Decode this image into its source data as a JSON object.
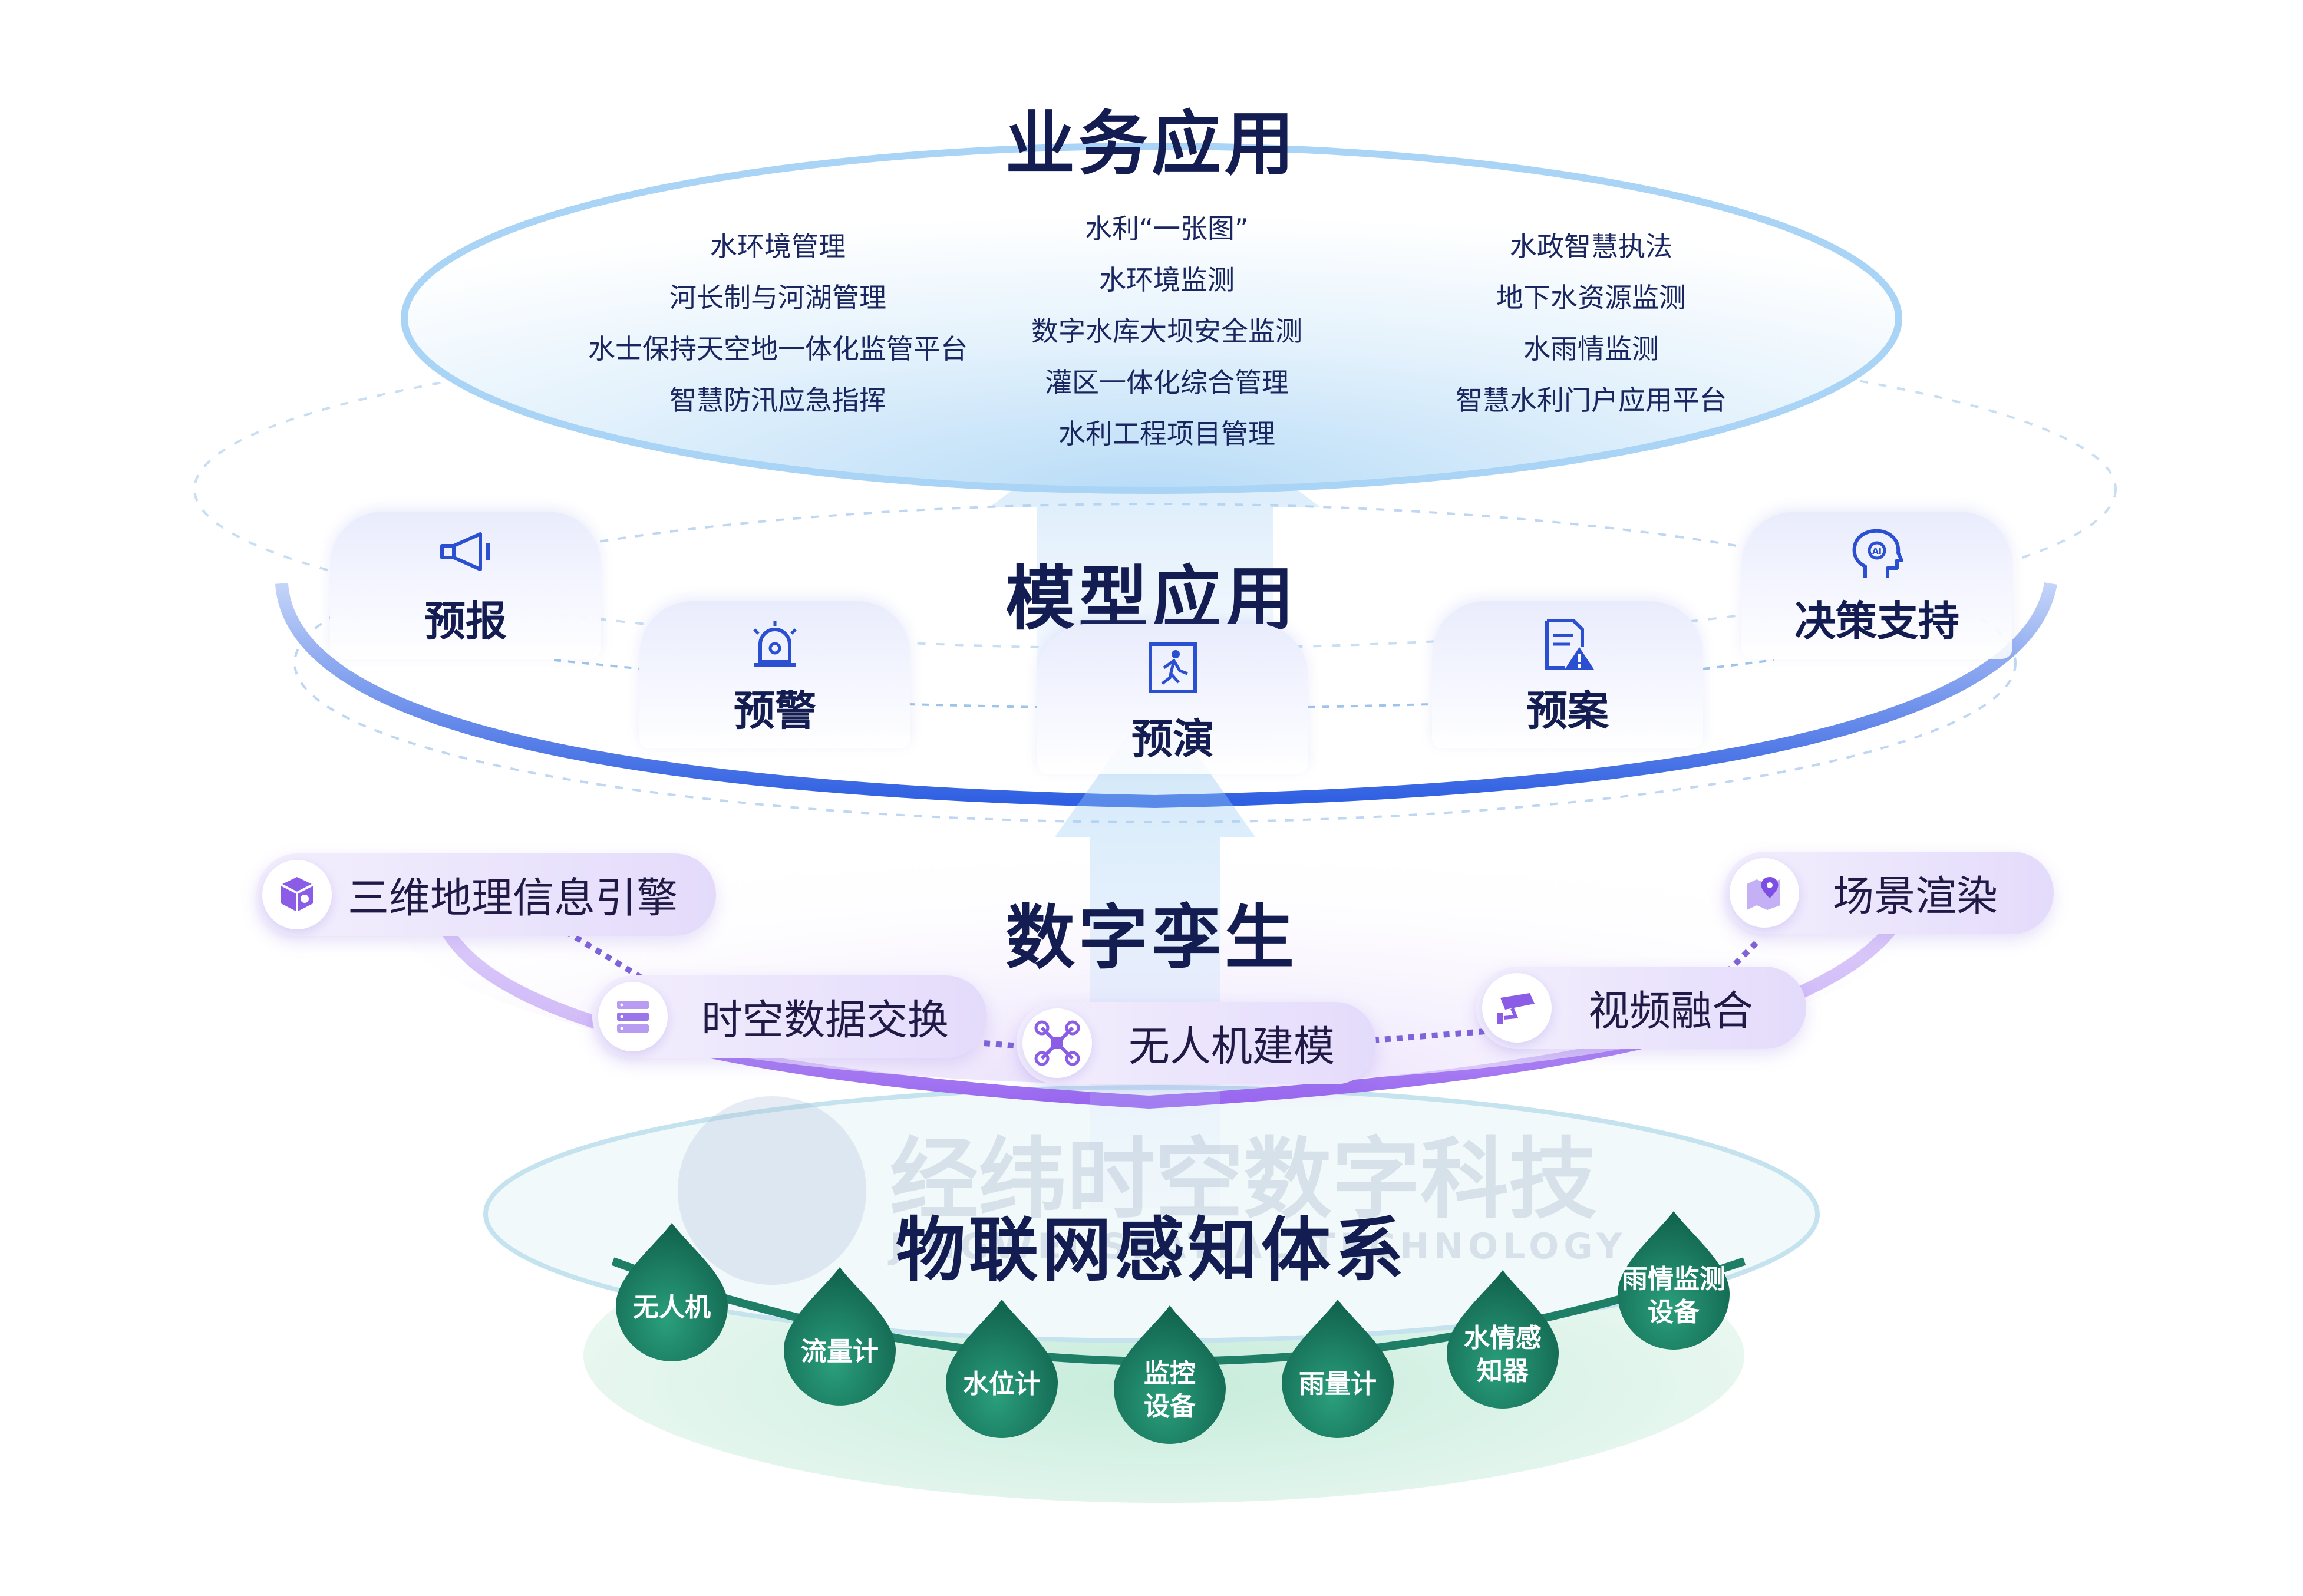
{
  "layers": {
    "business": {
      "title": "业务应用",
      "left": [
        "水环境管理",
        "河长制与河湖管理",
        "水士保持天空地一体化监管平台",
        "智慧防汛应急指挥"
      ],
      "center": [
        "水利“一张图”",
        "水环境监测",
        "数字水库大坝安全监测",
        "灌区一体化综合管理",
        "水利工程项目管理"
      ],
      "right": [
        "水政智慧执法",
        "地下水资源监测",
        "水雨情监测",
        "智慧水利门户应用平台"
      ]
    },
    "model": {
      "title": "模型应用",
      "cards": [
        {
          "label": "预报",
          "icon": "megaphone-icon"
        },
        {
          "label": "预警",
          "icon": "alarm-light-icon"
        },
        {
          "label": "预演",
          "icon": "emergency-exit-icon"
        },
        {
          "label": "预案",
          "icon": "document-warning-icon"
        },
        {
          "label": "决策支持",
          "icon": "ai-brain-icon"
        }
      ]
    },
    "twin": {
      "title": "数字孪生",
      "pills": [
        {
          "label": "三维地理信息引擎",
          "icon": "3d-box-icon"
        },
        {
          "label": "时空数据交换",
          "icon": "server-icon"
        },
        {
          "label": "无人机建模",
          "icon": "drone-icon"
        },
        {
          "label": "视频融合",
          "icon": "camera-icon"
        },
        {
          "label": "场景渲染",
          "icon": "map-pin-icon"
        }
      ]
    },
    "iot": {
      "title": "物联网感知体系",
      "drops": [
        [
          "无人机"
        ],
        [
          "流量计"
        ],
        [
          "水位计"
        ],
        [
          "监控",
          "设备"
        ],
        [
          "雨量计"
        ],
        [
          "水情感",
          "知器"
        ],
        [
          "雨情监测",
          "设备"
        ]
      ]
    }
  },
  "watermark": {
    "cn": "经纬时空数字科技",
    "en": "JINGWEI SPATIAL TECHNOLOGY"
  },
  "colors": {
    "title": "#141d52",
    "ring_blue": "#2f63e6",
    "ring_purple": "#9b6cf2",
    "drop_green": "#1c8a6b",
    "pill_bg": "#e7defb"
  }
}
